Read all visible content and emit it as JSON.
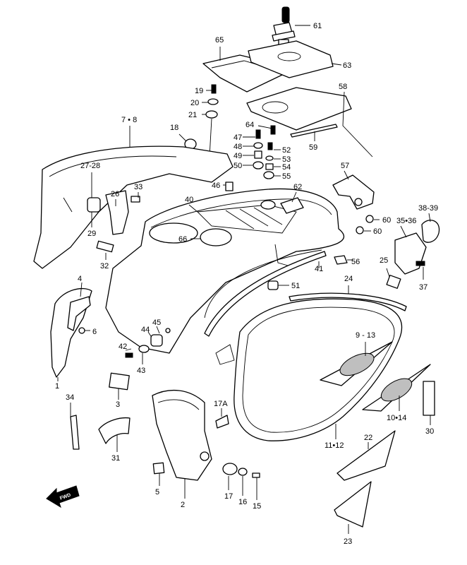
{
  "callouts": {
    "c61": "61",
    "c65": "65",
    "c63": "63",
    "c58": "58",
    "c19": "19",
    "c20": "20",
    "c21": "21",
    "c78": "7 • 8",
    "c18": "18",
    "c64": "64",
    "c47": "47",
    "c48": "48",
    "c49": "49",
    "c50": "50",
    "c52": "52",
    "c53": "53",
    "c54": "54",
    "c55": "55",
    "c59": "59",
    "c2728": "27-28",
    "c26": "26",
    "c33": "33",
    "c46": "46",
    "c62": "62",
    "c57": "57",
    "c40": "40",
    "c29": "29",
    "c3839": "38-39",
    "c3536": "35•36",
    "c60a": "60",
    "c60b": "60",
    "c66": "66",
    "c32": "32",
    "c56": "56",
    "c41": "41",
    "c25": "25",
    "c51": "51",
    "c24": "24",
    "c37": "37",
    "c4": "4",
    "c6": "6",
    "c45": "45",
    "c44": "44",
    "c42": "42",
    "c43": "43",
    "c913": "9 - 13",
    "c1": "1",
    "c3": "3",
    "c34": "34",
    "c17a": "17A",
    "c1014": "10•14",
    "c30": "30",
    "c22": "22",
    "c1112": "11•12",
    "c31": "31",
    "c5": "5",
    "c17": "17",
    "c16": "16",
    "c15": "15",
    "c2": "2",
    "c23": "23"
  },
  "fwd_arrow": "FWD"
}
